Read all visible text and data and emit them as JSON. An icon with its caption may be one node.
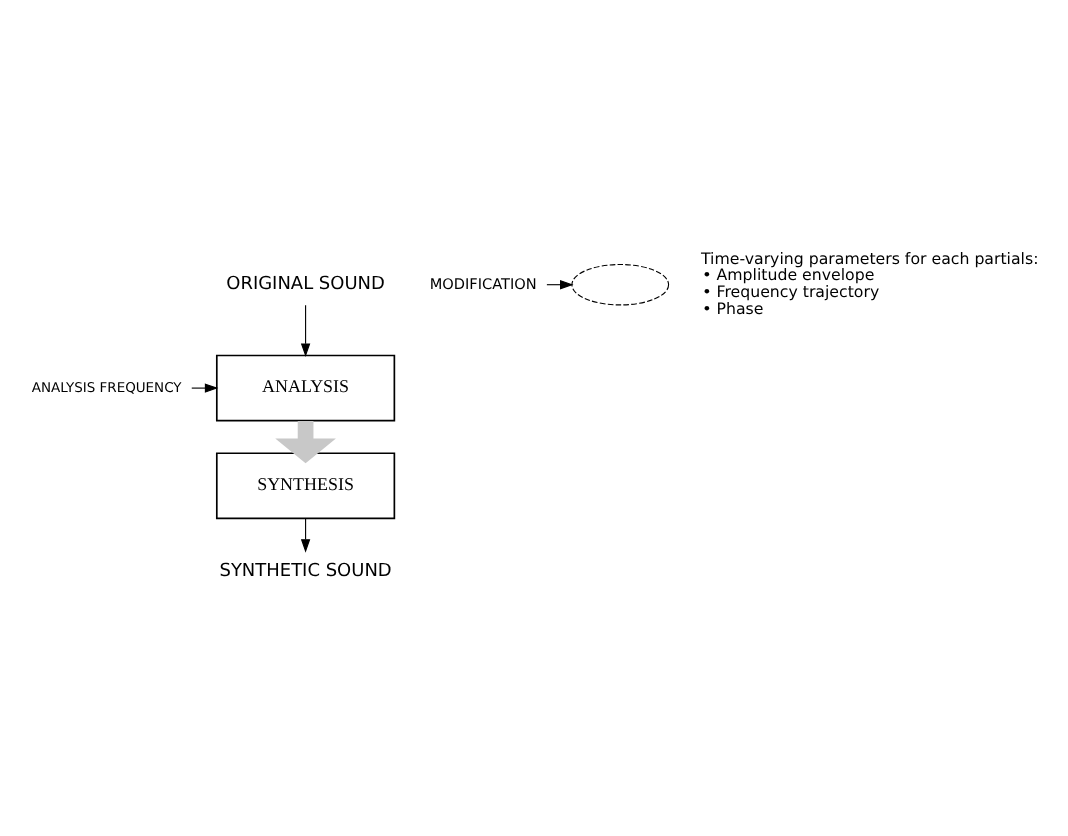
{
  "diagram": {
    "nodes": [
      {
        "text": [
          "ORIGINAL SOUND"
        ]
      },
      {
        "text": [
          "ANALYSIS FREQUENCY"
        ]
      },
      {
        "text": [
          "ANALYSIS"
        ]
      },
      {
        "text": [
          "MODIFICATION"
        ]
      },
      {
        "text": [],
        "shape": "ellipse"
      },
      {
        "text": [
          "SYNTHESIS"
        ]
      },
      {
        "text": [
          "SYNTHETIC SOUND"
        ]
      }
    ],
    "edges": [
      {
        "from": 0,
        "to": 2,
        "arrow": "to"
      },
      {
        "from": 1,
        "to": 2,
        "arrow": "to"
      },
      {
        "from": 2,
        "to": 5,
        "arrow": "to",
        "style": "thick",
        "color": "#c8c8c8"
      },
      {
        "from": 3,
        "to": 4,
        "arrow": "to"
      },
      {
        "from": 5,
        "to": 6,
        "arrow": "to"
      }
    ],
    "labels": [
      "Time-varying parameters for each partials:",
      "• Amplitude envelope",
      "• Frequency trajectory",
      "• Phase"
    ]
  }
}
